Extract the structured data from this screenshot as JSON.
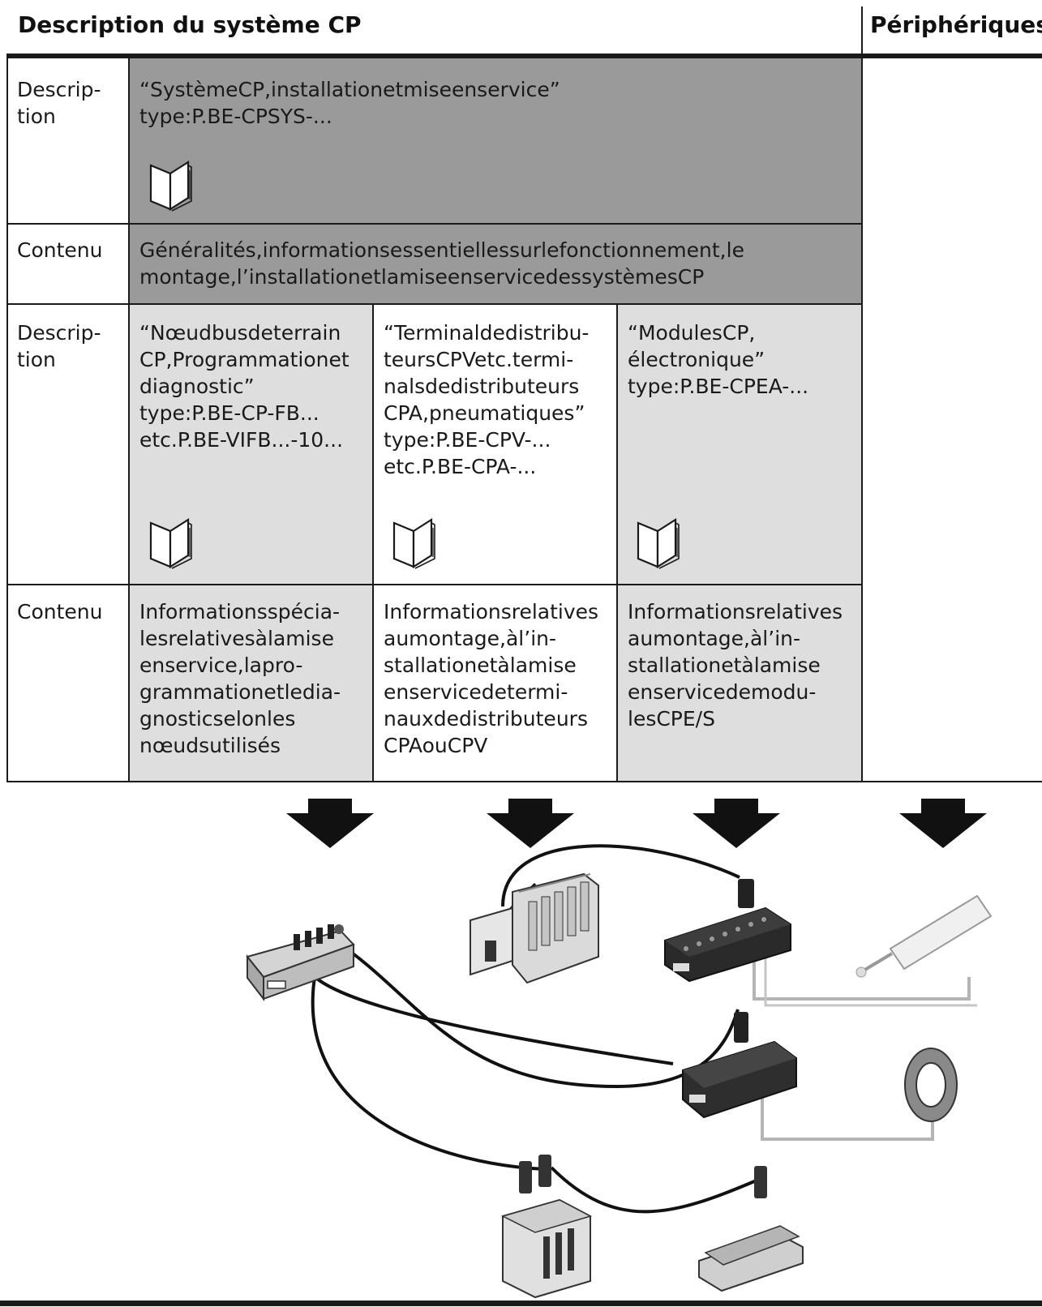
{
  "header": {
    "title": "Description du système CP",
    "peripherals": "Périphériques"
  },
  "labels": {
    "description": [
      "Descrip-",
      "tion"
    ],
    "contenu": "Contenu"
  },
  "row1": {
    "text": [
      "“SystèmeCP,installationetmiseenservice”",
      "type:P.BE-CPSYS-..."
    ]
  },
  "row2": {
    "text": [
      "Généralités,informationsessentiellessurlefonctionnement,le",
      "montage,l’installationetlamiseenservicedessystèmesCP"
    ]
  },
  "row3": {
    "col1": [
      "“Nœudbusdeterrain",
      "CP,Programmationet",
      "diagnostic”",
      "type:P.BE-CP-FB...",
      "etc.P.BE-VIFB...-10..."
    ],
    "col2": [
      "“Terminaldedistribu-",
      "teursCPVetc.termi-",
      "nalsdedistributeurs",
      "CPA,pneumatiques”",
      "type:P.BE-CPV-...",
      "etc.P.BE-CPA-..."
    ],
    "col3": [
      "“ModulesCP,",
      "électronique”",
      "type:P.BE-CPEA-..."
    ]
  },
  "row4": {
    "col1": [
      "Informationsspécia-",
      "lesrelativesàlamise",
      "enservice,lapro-",
      "grammationetledia-",
      "gnosticselonles",
      "nœudsutilisés"
    ],
    "col2": [
      "Informationsrelatives",
      "aumontage,àl’in-",
      "stallationetàlamise",
      "enservicedetermi-",
      "nauxdedistributeurs",
      "CPAouCPV"
    ],
    "col3": [
      "Informationsrelatives",
      "aumontage,àl’in-",
      "stallationetàlamise",
      "enservicedemodu-",
      "lesCPE/S"
    ]
  },
  "icons": {
    "manual": "booklet-icon",
    "arrow": "arrow-down-icon"
  },
  "colors": {
    "dark_band": "#9a9a9a",
    "light_band": "#dedede",
    "rule": "#1a1a1a"
  }
}
